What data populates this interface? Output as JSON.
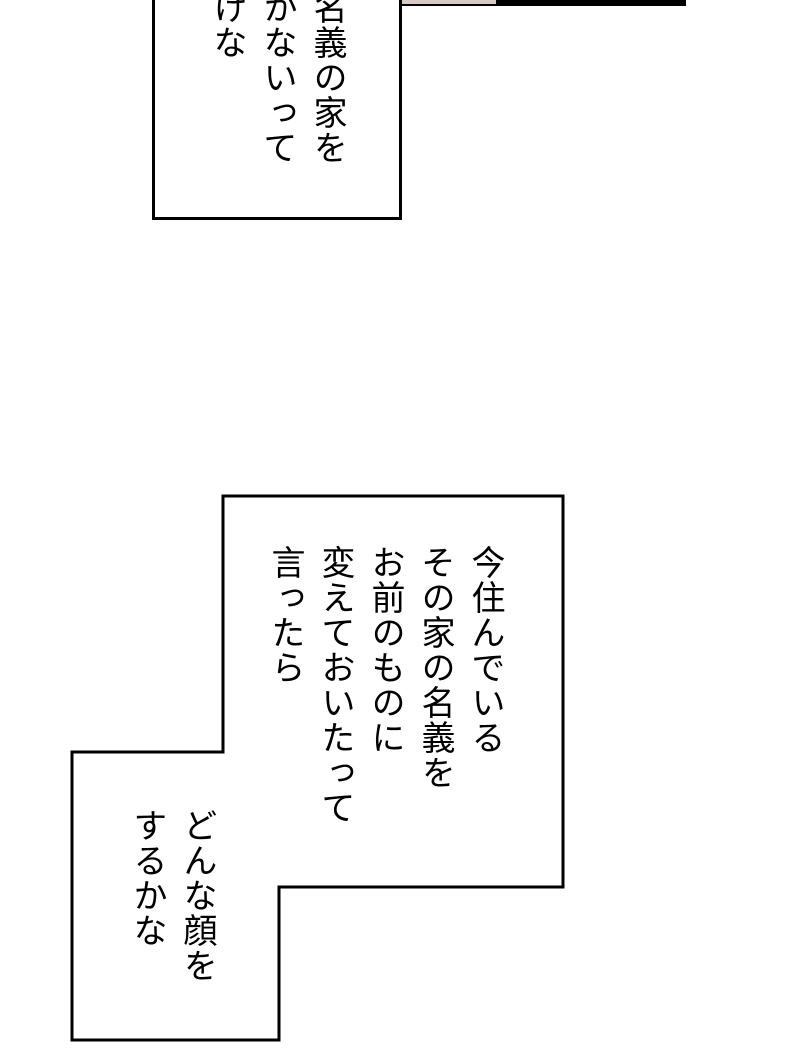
{
  "caption_top": {
    "lines": [
      "名義の家を",
      "かないって",
      "けな"
    ]
  },
  "caption_main": {
    "lines": [
      "今住んでいる",
      "その家の名義を",
      "お前のものに",
      "変えておいたって",
      "言ったら"
    ]
  },
  "caption_bottom": {
    "lines": [
      "どんな顔を",
      "するかな"
    ]
  },
  "colors": {
    "ink": "#000000",
    "paper": "#ffffff",
    "tone": "#d9c9c4"
  }
}
